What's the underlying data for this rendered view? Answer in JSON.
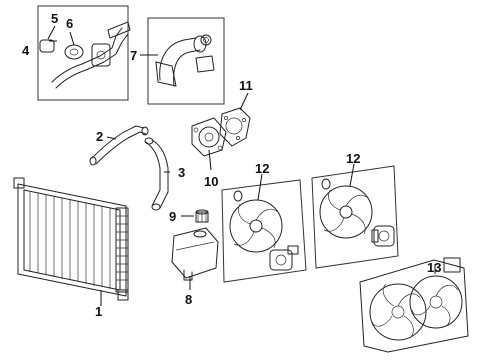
{
  "diagram": {
    "callouts": [
      {
        "key": "c1",
        "label": "1"
      },
      {
        "key": "c2",
        "label": "2"
      },
      {
        "key": "c3",
        "label": "3"
      },
      {
        "key": "c4",
        "label": "4"
      },
      {
        "key": "c5",
        "label": "5"
      },
      {
        "key": "c6",
        "label": "6"
      },
      {
        "key": "c7",
        "label": "7"
      },
      {
        "key": "c8",
        "label": "8"
      },
      {
        "key": "c9",
        "label": "9"
      },
      {
        "key": "c10",
        "label": "10"
      },
      {
        "key": "c11",
        "label": "11"
      },
      {
        "key": "c12a",
        "label": "12"
      },
      {
        "key": "c12b",
        "label": "12"
      },
      {
        "key": "c13",
        "label": "13"
      }
    ]
  }
}
